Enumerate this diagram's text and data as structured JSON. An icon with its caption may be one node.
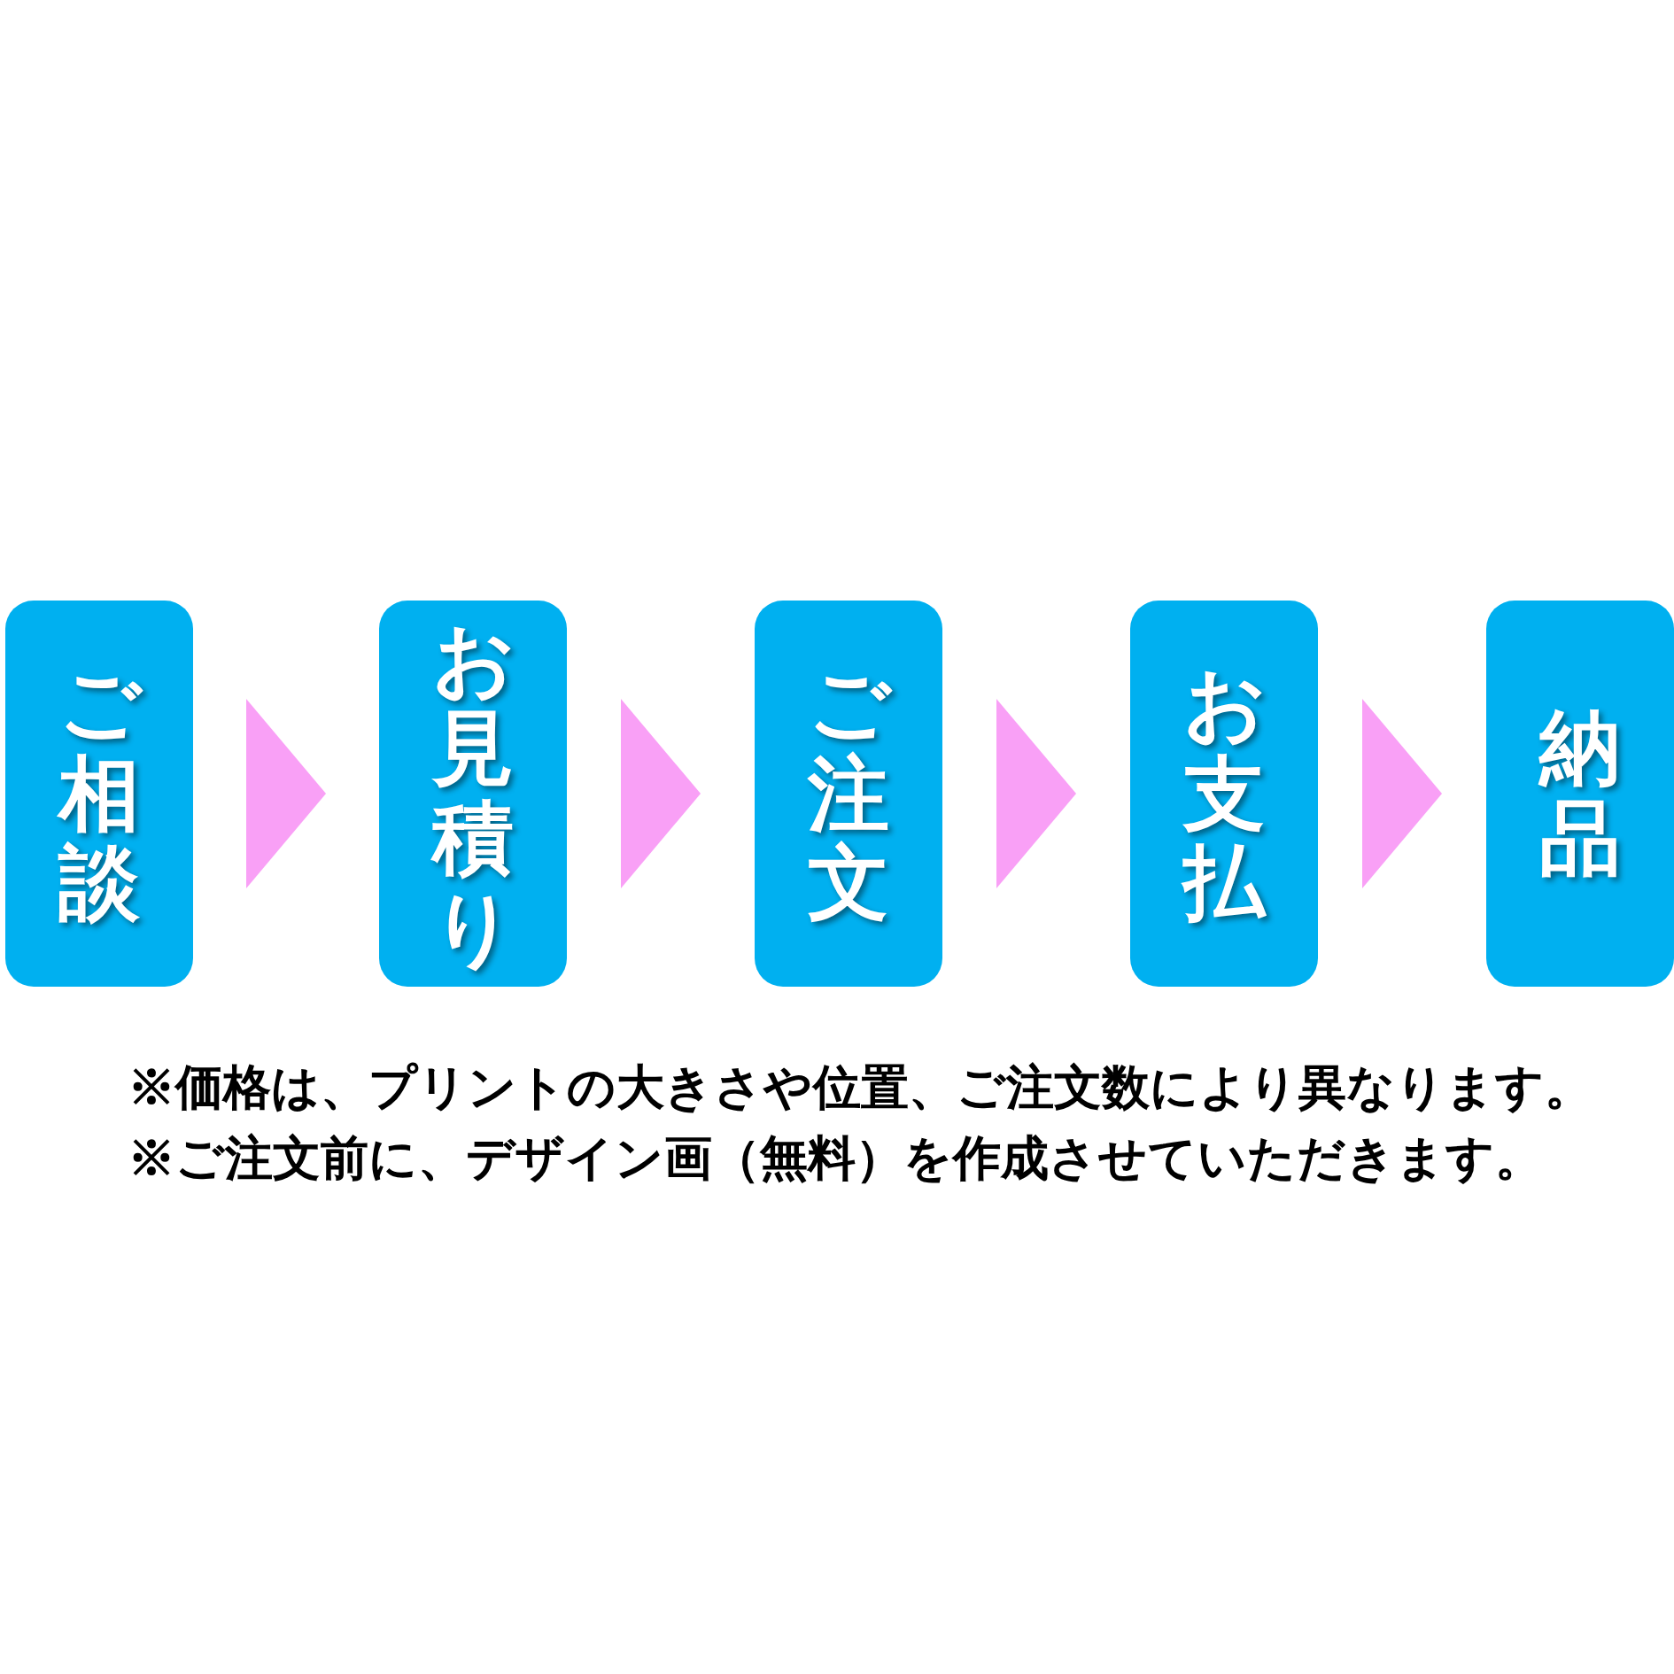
{
  "diagram": {
    "nodes": [
      {
        "text": [
          "ご相談"
        ]
      },
      {
        "text": [
          "お見積り"
        ]
      },
      {
        "text": [
          "ご注文"
        ]
      },
      {
        "text": [
          "お支払"
        ]
      },
      {
        "text": [
          "納品"
        ]
      }
    ],
    "edges": [
      {
        "from": 0,
        "to": 1,
        "arrow": "to"
      },
      {
        "from": 1,
        "to": 2,
        "arrow": "to"
      },
      {
        "from": 2,
        "to": 3,
        "arrow": "to"
      },
      {
        "from": 3,
        "to": 4,
        "arrow": "to"
      }
    ],
    "labels": [
      "※価格は、プリントの大きさや位置、ご注文数により異なります。",
      "※ご注文前に、デザイン画（無料）を作成させていただきます。"
    ]
  }
}
